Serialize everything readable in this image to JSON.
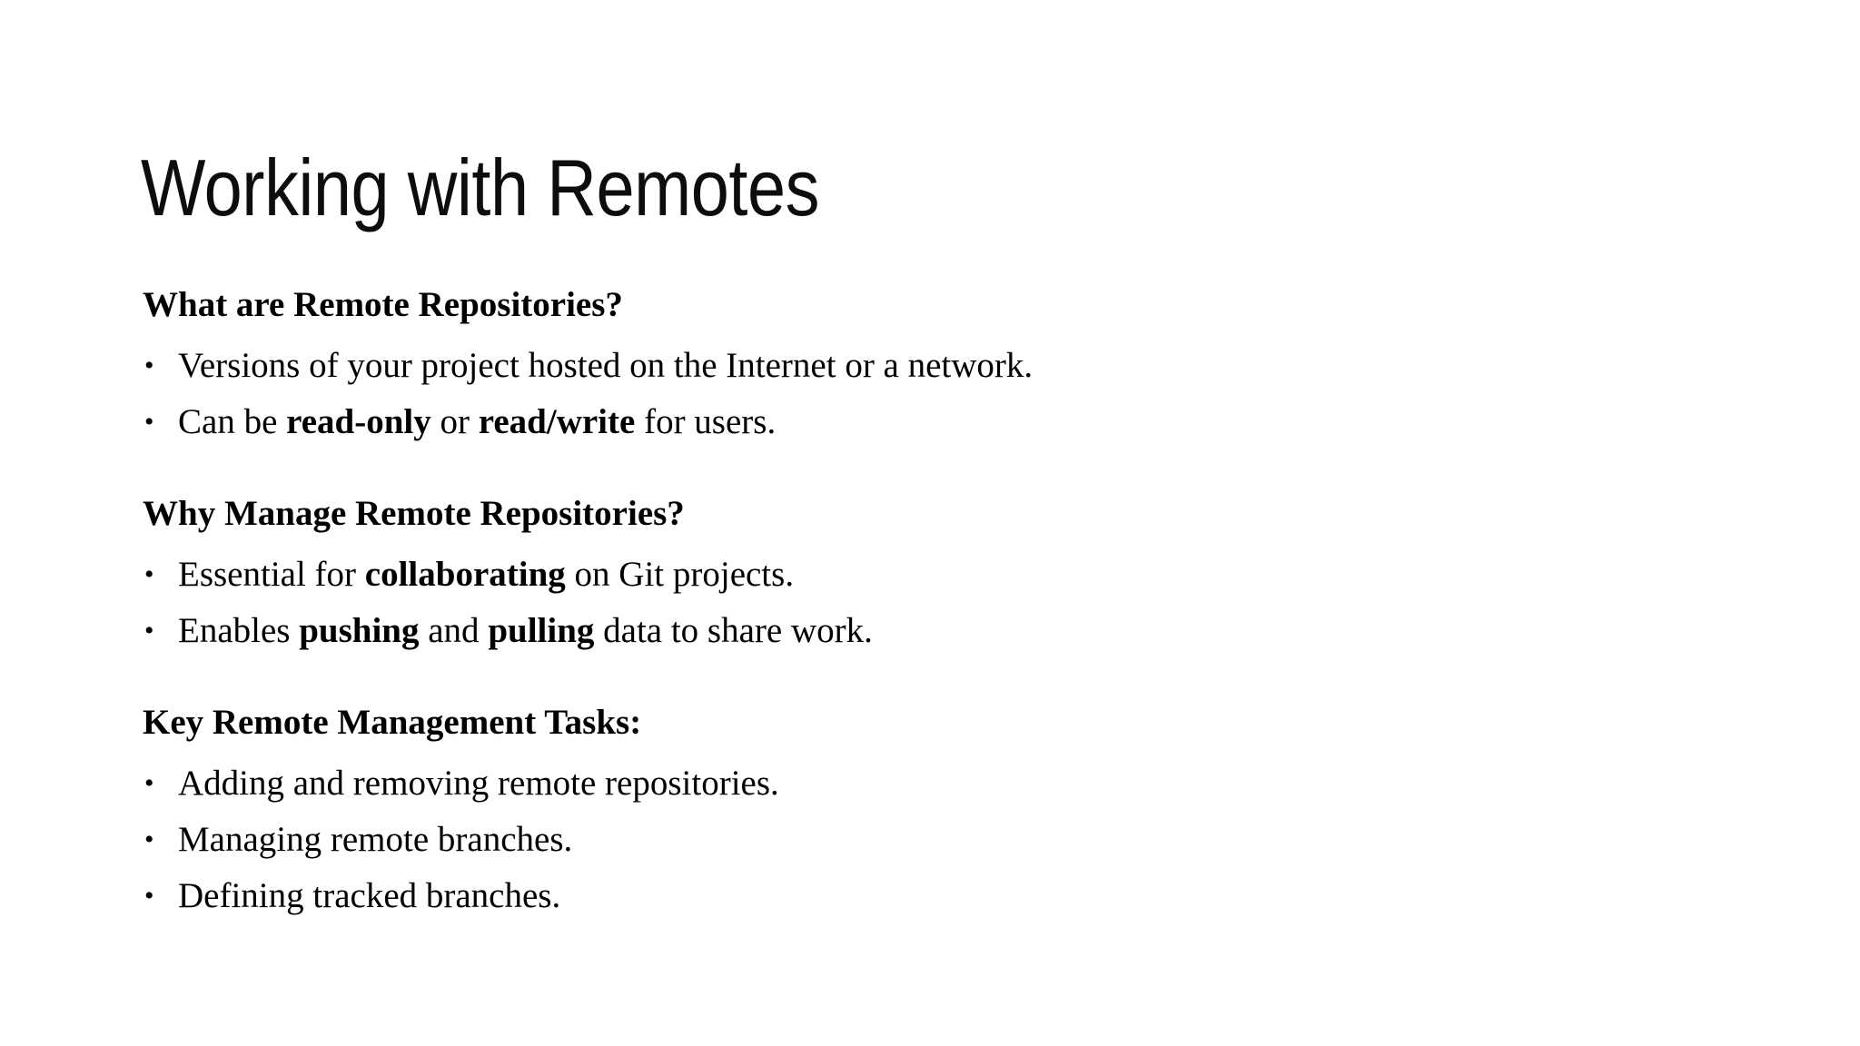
{
  "slide": {
    "title": "Working with Remotes",
    "background_color": "#ffffff",
    "text_color": "#000000",
    "bullet_glyph": "•",
    "sections": [
      {
        "heading": "What are Remote Repositories?",
        "bullets": [
          {
            "text": "Versions of your project hosted on the Internet or a network.",
            "runs": [
              {
                "text": "Versions of your project hosted on the Internet or a network.",
                "bold": false
              }
            ]
          },
          {
            "text": "Can be read-only or read/write for users.",
            "runs": [
              {
                "text": "Can be ",
                "bold": false
              },
              {
                "text": "read-only",
                "bold": true
              },
              {
                "text": " or ",
                "bold": false
              },
              {
                "text": "read/write",
                "bold": true
              },
              {
                "text": " for users.",
                "bold": false
              }
            ]
          }
        ]
      },
      {
        "heading": "Why Manage Remote Repositories?",
        "bullets": [
          {
            "text": "Essential for collaborating on Git projects.",
            "runs": [
              {
                "text": "Essential for ",
                "bold": false
              },
              {
                "text": "collaborating",
                "bold": true
              },
              {
                "text": " on Git projects.",
                "bold": false
              }
            ]
          },
          {
            "text": "Enables pushing and pulling data to share work.",
            "runs": [
              {
                "text": "Enables ",
                "bold": false
              },
              {
                "text": "pushing",
                "bold": true
              },
              {
                "text": " and ",
                "bold": false
              },
              {
                "text": "pulling",
                "bold": true
              },
              {
                "text": " data to share work.",
                "bold": false
              }
            ]
          }
        ]
      },
      {
        "heading": "Key Remote Management Tasks:",
        "bullets": [
          {
            "text": "Adding and removing remote repositories.",
            "runs": [
              {
                "text": "Adding and removing remote repositories.",
                "bold": false
              }
            ]
          },
          {
            "text": "Managing remote branches.",
            "runs": [
              {
                "text": "Managing remote branches.",
                "bold": false
              }
            ]
          },
          {
            "text": "Defining tracked branches.",
            "runs": [
              {
                "text": "Defining tracked branches.",
                "bold": false
              }
            ]
          }
        ]
      }
    ]
  }
}
